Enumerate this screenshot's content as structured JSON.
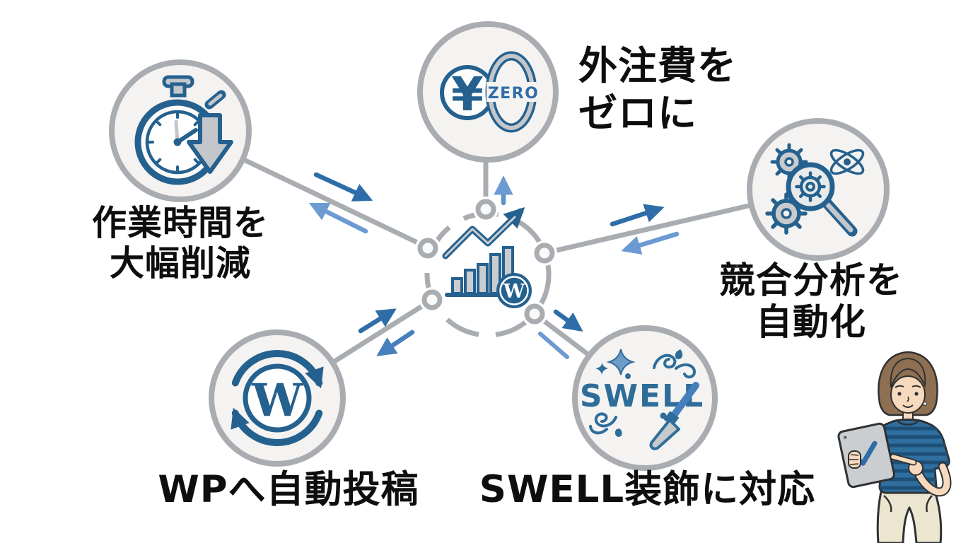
{
  "meta": {
    "type": "infographic-hub-diagram",
    "language": "ja"
  },
  "colors": {
    "background": "#FFFFFF",
    "circle_border": "#A9ACB0",
    "circle_fill": "#F4F3F1",
    "icon_blue": "#25618F",
    "arrow_blue_dark": "#2E6DA8",
    "arrow_blue_mid": "#4680BC",
    "arrow_blue_light": "#6B9BD2",
    "label_text": "#0E0E0E"
  },
  "hub": {
    "icon": "growth-bar-chart-with-wordpress-badge",
    "wordpress_letter": "W"
  },
  "nodes": [
    {
      "id": "work-time-reduction",
      "icon": "stopwatch-decrease-icon",
      "label_line1": "作業時間を",
      "label_line2": "大幅削減"
    },
    {
      "id": "zero-outsourcing-cost",
      "icon": "yen-zero-icon",
      "yen_symbol": "¥",
      "zero_text": "ZERO",
      "label_line1": "外注費を",
      "label_line2": "ゼロに"
    },
    {
      "id": "competitor-analysis-automation",
      "icon": "gears-magnifier-atom-icon",
      "label_line1": "競合分析を",
      "label_line2": "自動化"
    },
    {
      "id": "wp-auto-posting",
      "icon": "wordpress-sync-icon",
      "wordpress_letter": "W",
      "label_line1": "WPへ自動投稿"
    },
    {
      "id": "swell-decoration-support",
      "icon": "swell-paintbrush-icon",
      "logo_text": "SWELL",
      "label_line1": "SWELL装飾に対応"
    }
  ],
  "illustration": {
    "id": "woman-with-tablet",
    "description": "女性がチェックマーク付きタブレットを指さしている"
  }
}
